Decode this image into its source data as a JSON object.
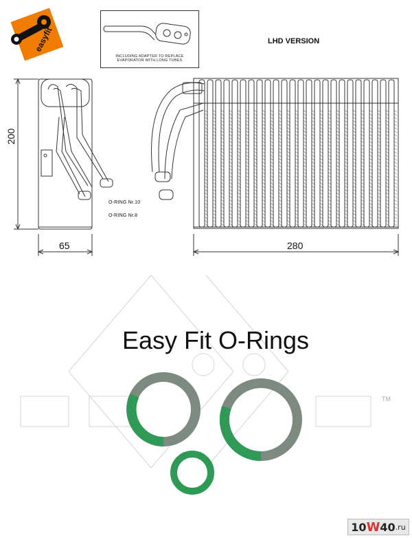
{
  "logo": {
    "brand_text": "easyfit",
    "accent": "#f07d00"
  },
  "inset": {
    "caption": "INCLUDING ADAPTER TO REPLACE EVAPORATOR WITH LONG TUBES"
  },
  "version_label": "LHD VERSION",
  "dimensions": {
    "height": "200",
    "depth": "65",
    "width": "280"
  },
  "oring_labels": {
    "large": "O-RING Nr.10",
    "small": "O-RING Nr.8"
  },
  "title": "Easy Fit O-Rings",
  "trademark": "TM",
  "watermark": {
    "part1": "10",
    "part2": "W",
    "part3": "40",
    "part4": ".ru"
  },
  "colors": {
    "oring_green": "#2f9a55",
    "oring_gray": "#7c8a80",
    "line": "#333333"
  }
}
